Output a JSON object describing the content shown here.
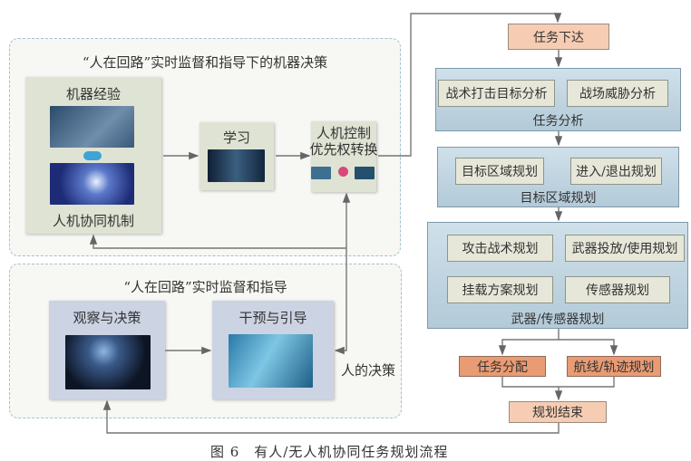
{
  "top_panel": {
    "title": "“人在回路”实时监督和指导下的机器决策",
    "machine_box": {
      "top_label": "机器经验",
      "bottom_label": "人机协同机制"
    },
    "learn_box": {
      "label": "学习"
    },
    "control_box": {
      "label_line1": "人机控制",
      "label_line2": "优先权转换"
    }
  },
  "bottom_panel": {
    "title": "“人在回路”实时监督和指导",
    "observe_box": {
      "label": "观察与决策"
    },
    "intervene_box": {
      "label": "干预与引导"
    },
    "human_decision": "人的决策"
  },
  "flow": {
    "task_issue": "任务下达",
    "task_analysis": {
      "label": "任务分析",
      "items": [
        "战术打击目标分析",
        "战场威胁分析"
      ]
    },
    "target_area": {
      "label": "目标区域规划",
      "items": [
        "目标区域规划",
        "进入/退出规划"
      ]
    },
    "weapon_sensor": {
      "label": "武器/传感器规划",
      "items": [
        "攻击战术规划",
        "武器投放/使用规划",
        "挂载方案规划",
        "传感器规划"
      ]
    },
    "task_assign": "任务分配",
    "route_plan": "航线/轨迹规划",
    "plan_end": "规划结束"
  },
  "caption": "图 6　有人/无人机协同任务规划流程"
}
